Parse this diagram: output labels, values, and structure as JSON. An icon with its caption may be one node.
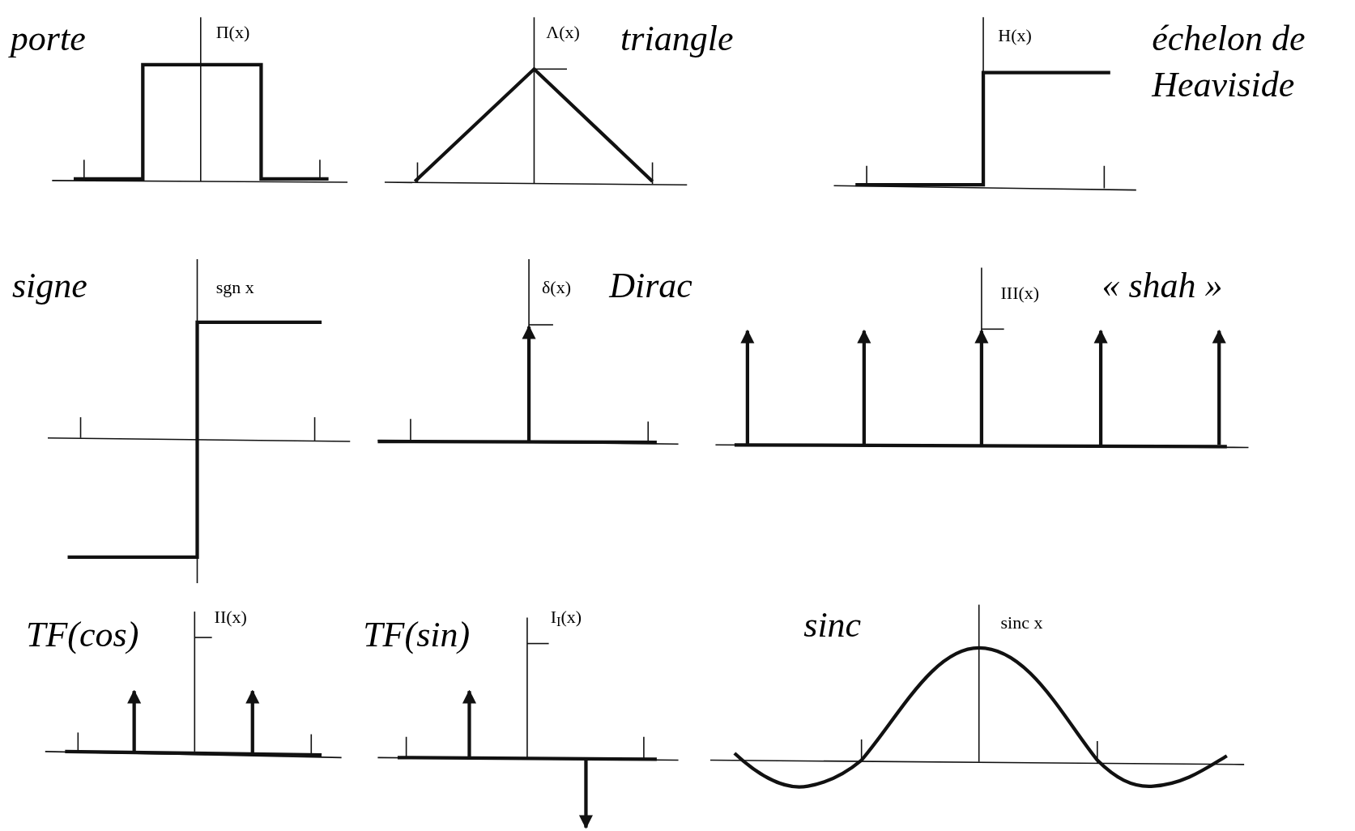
{
  "diagram": {
    "labels": [
      "porte",
      "Π(x)",
      "Λ(x)",
      "triangle",
      "H(x)",
      "échelon de Heaviside",
      "signe",
      "sgn x",
      "δ(x)",
      "Dirac",
      "III(x)",
      "« shah »",
      "TF(cos)",
      "II(x)",
      "TF(sin)",
      "I$_{I}$(x)",
      "sinc",
      "sinc x"
    ]
  }
}
